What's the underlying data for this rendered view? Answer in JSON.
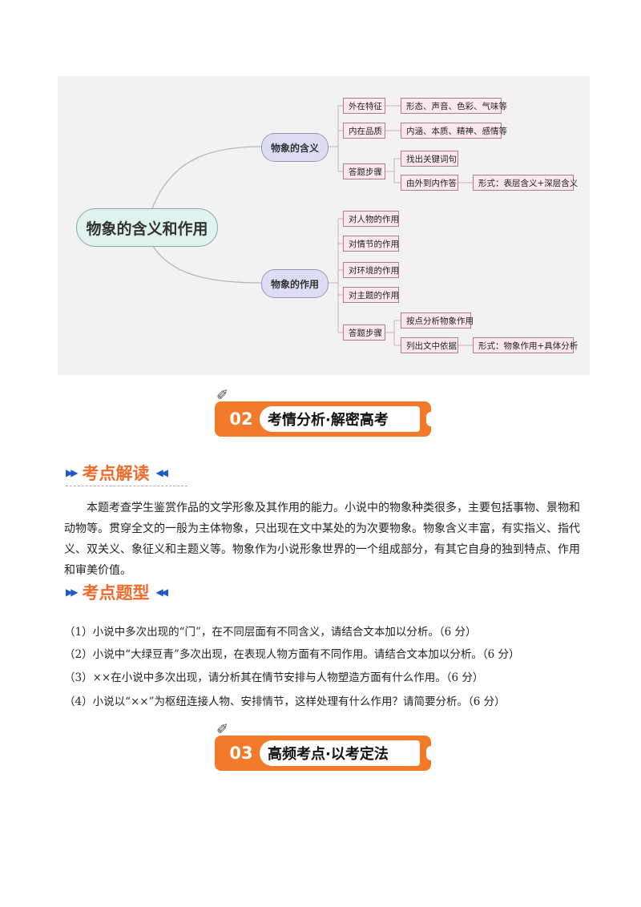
{
  "mindmap": {
    "root": "物象的含义和作用",
    "branch_meaning": "物象的含义",
    "branch_function": "物象的作用",
    "meaning": {
      "outer_label": "外在特征",
      "outer_detail": "形态、声音、色彩、气味等",
      "inner_label": "内在品质",
      "inner_detail": "内涵、本质、精神、感情等",
      "steps_label": "答题步骤",
      "step1": "找出关键词句",
      "step2": "由外到内作答",
      "step2_form": "形式：表层含义+深层含义"
    },
    "function": {
      "item1": "对人物的作用",
      "item2": "对情节的作用",
      "item3": "对环境的作用",
      "item4": "对主题的作用",
      "steps_label": "答题步骤",
      "step1": "按点分析物象作用",
      "step2": "列出文中依据",
      "step2_form": "形式：物象作用+具体分析"
    }
  },
  "banner1": {
    "num": "02",
    "title": "考情分析·解密高考"
  },
  "banner2": {
    "num": "03",
    "title": "高频考点·以考定法"
  },
  "section_interpret": {
    "heading": "考点解读",
    "text": "本题考查学生鉴赏作品的文学形象及其作用的能力。小说中的物象种类很多，主要包括事物、景物和动物等。贯穿全文的一般为主体物象，只出现在文中某处的为次要物象。物象含义丰富，有实指义、指代义、双关义、象征义和主题义等。物象作为小说形象世界的一个组成部分，有其它自身的独到特点、作用和审美价值。"
  },
  "section_types": {
    "heading": "考点题型",
    "questions": [
      "（1）小说中多次出现的“门”，在不同层面有不同含义，请结合文本加以分析。（6 分）",
      "（2）小说中“大绿豆青”多次出现，在表现人物方面有不同作用。请结合文本加以分析。（6 分）",
      "（3）××在小说中多次出现，请分析其在情节安排与人物塑造方面有什么作用。（6 分）",
      "（4）小说以“××”为枢纽连接人物、安排情节，这样处理有什么作用？请简要分析。（6 分）"
    ]
  },
  "colors": {
    "accent_orange": "#f27a2a",
    "heading_orange": "#f06b2a",
    "arrow_blue": "#1f59c4"
  }
}
